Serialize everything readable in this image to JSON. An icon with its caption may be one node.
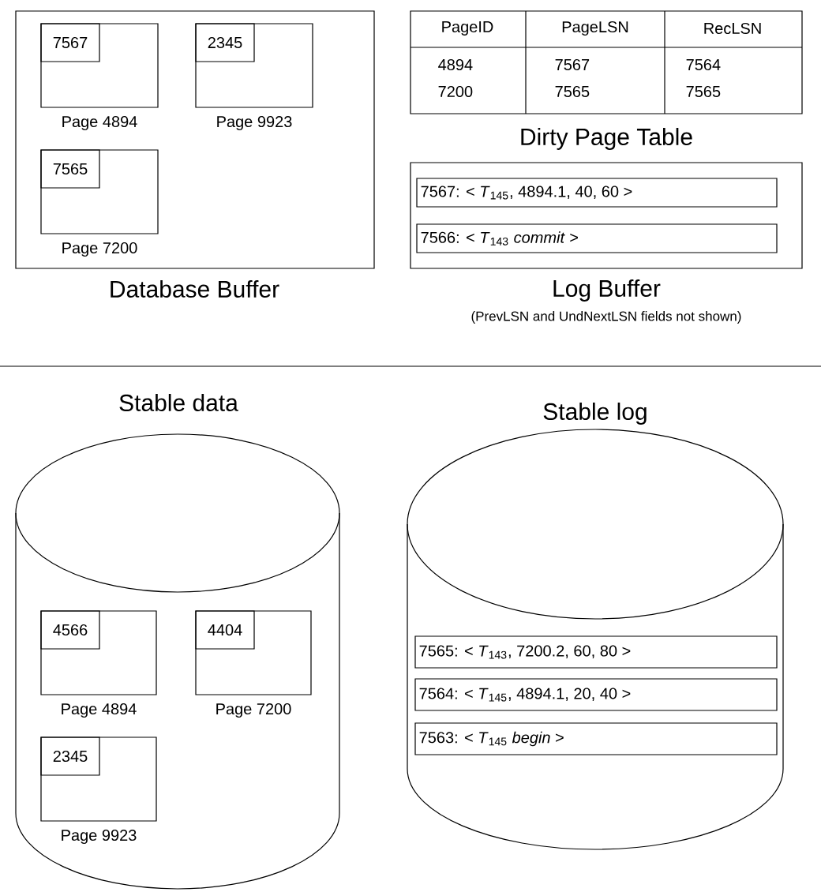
{
  "diagram": {
    "nodes": [
      {
        "text": [
          "Database Buffer"
        ]
      },
      {
        "text": [
          "Page 4894"
        ],
        "in": 0
      },
      {
        "text": [
          "7567"
        ],
        "in": 1
      },
      {
        "text": [
          "Page 9923"
        ],
        "in": 0
      },
      {
        "text": [
          "2345"
        ],
        "in": 3
      },
      {
        "text": [
          "Page 7200"
        ],
        "in": 0
      },
      {
        "text": [
          "7565"
        ],
        "in": 5
      },
      {
        "text": [
          "Dirty Page Table"
        ]
      },
      {
        "text": [
          "Log Buffer"
        ]
      },
      {
        "text": [
          "7567: < *T*$_{145}$, 4894.1, 40, 60 >"
        ],
        "in": 8
      },
      {
        "text": [
          "7566: < *T*$_{143}$ *commit* >"
        ],
        "in": 8
      },
      {
        "text": [
          "Stable data"
        ]
      },
      {
        "text": [
          "Page 4894"
        ],
        "in": 11
      },
      {
        "text": [
          "4566"
        ],
        "in": 12
      },
      {
        "text": [
          "Page 7200"
        ],
        "in": 11
      },
      {
        "text": [
          "4404"
        ],
        "in": 14
      },
      {
        "text": [
          "Page 9923"
        ],
        "in": 11
      },
      {
        "text": [
          "2345"
        ],
        "in": 16
      },
      {
        "text": [
          "Stable log"
        ]
      },
      {
        "text": [
          "7565: < *T*$_{143}$, 7200.2, 60, 80 >"
        ],
        "in": 18
      },
      {
        "text": [
          "7564: < *T*$_{145}$, 4894.1, 20, 40 >"
        ],
        "in": 18
      },
      {
        "text": [
          "7563: < *T*$_{145}$ *begin* >"
        ],
        "in": 18
      }
    ],
    "labels": [
      "PageID",
      "PageLSN",
      "RecLSN",
      "4894",
      "7567",
      "7564",
      "7200",
      "7565",
      "7565",
      "(PrevLSN and UndNextLSN fields not shown)"
    ]
  }
}
